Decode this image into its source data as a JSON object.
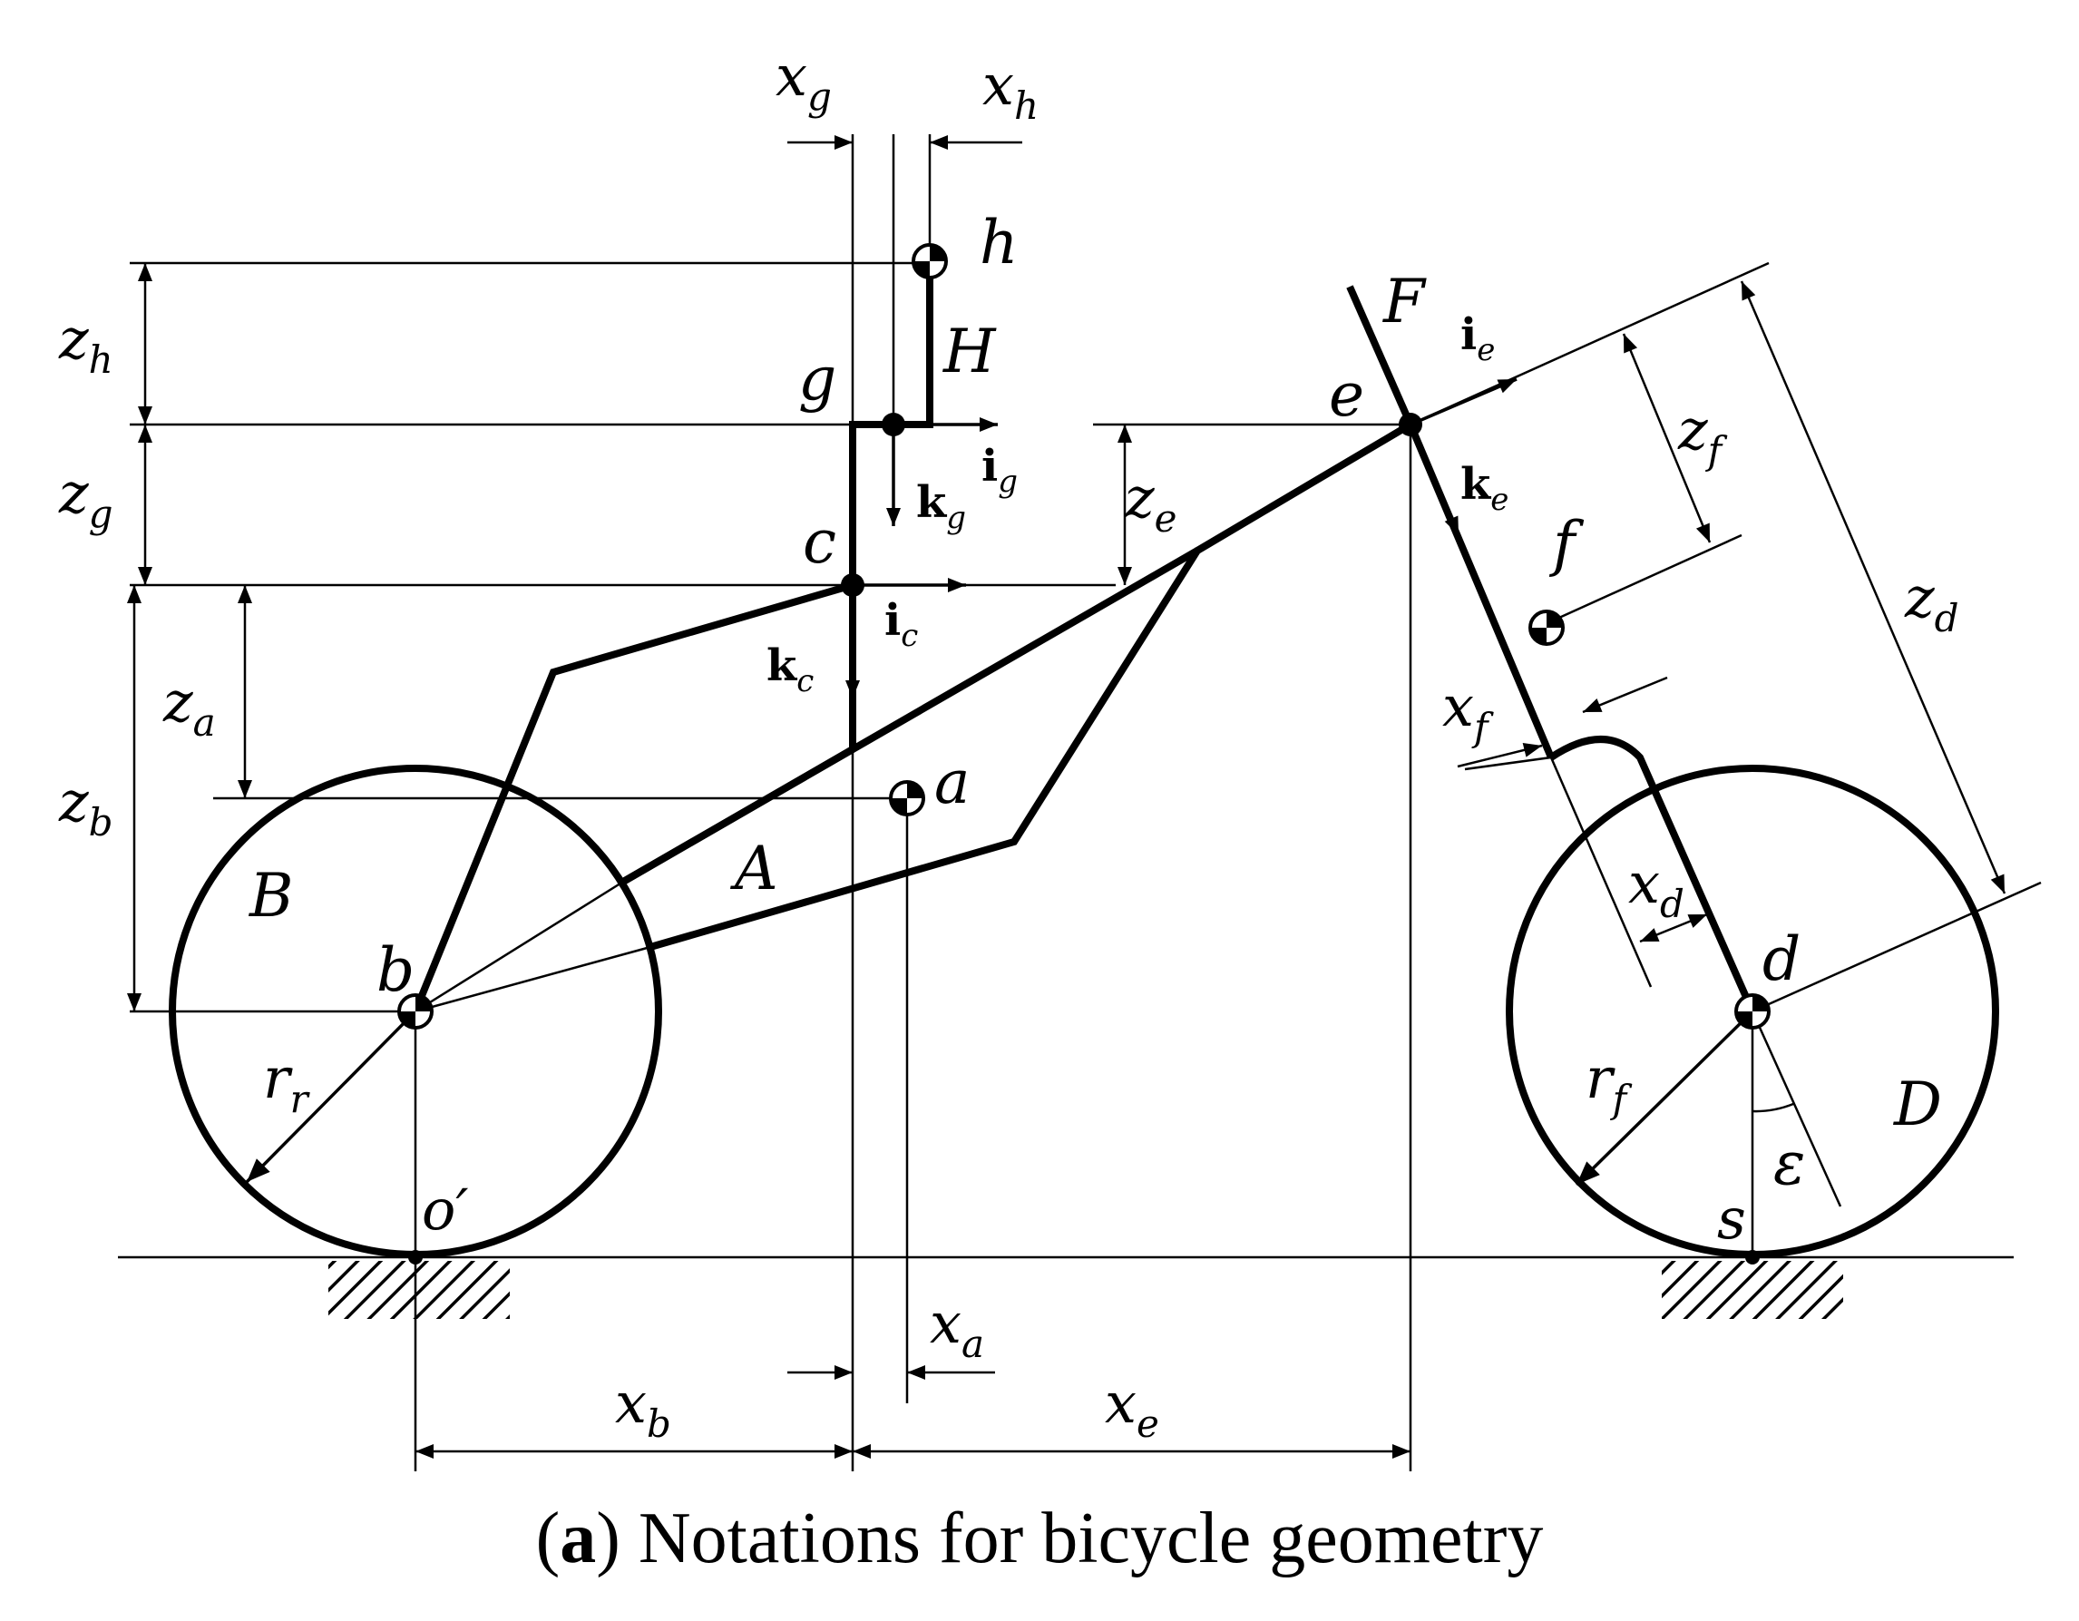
{
  "caption": {
    "tag": "a",
    "text": "Notations for bicycle geometry"
  },
  "labels": {
    "x_g": "x",
    "x_g_sub": "g",
    "x_h": "x",
    "x_h_sub": "h",
    "h": "h",
    "H": "H",
    "g": "g",
    "F": "F",
    "e": "e",
    "i_e": "i",
    "i_e_sub": "e",
    "k_e": "k",
    "k_e_sub": "e",
    "z_h": "z",
    "z_h_sub": "h",
    "z_g": "z",
    "z_g_sub": "g",
    "z_e": "z",
    "z_e_sub": "e",
    "z_f": "z",
    "z_f_sub": "f",
    "z_d": "z",
    "z_d_sub": "d",
    "z_a": "z",
    "z_a_sub": "a",
    "z_b": "z",
    "z_b_sub": "b",
    "k_g": "k",
    "k_g_sub": "g",
    "i_g": "i",
    "i_g_sub": "g",
    "c": "c",
    "i_c": "i",
    "i_c_sub": "c",
    "k_c": "k",
    "k_c_sub": "c",
    "f": "f",
    "x_f": "x",
    "x_f_sub": "f",
    "a": "a",
    "A": "A",
    "B": "B",
    "b": "b",
    "r_r": "r",
    "r_r_sub": "r",
    "o_prime": "o′",
    "x_d": "x",
    "x_d_sub": "d",
    "d": "d",
    "r_f": "r",
    "r_f_sub": "f",
    "D": "D",
    "epsilon": "ε",
    "s": "s",
    "x_a": "x",
    "x_a_sub": "a",
    "x_b": "x",
    "x_b_sub": "b",
    "x_e": "x",
    "x_e_sub": "e"
  }
}
